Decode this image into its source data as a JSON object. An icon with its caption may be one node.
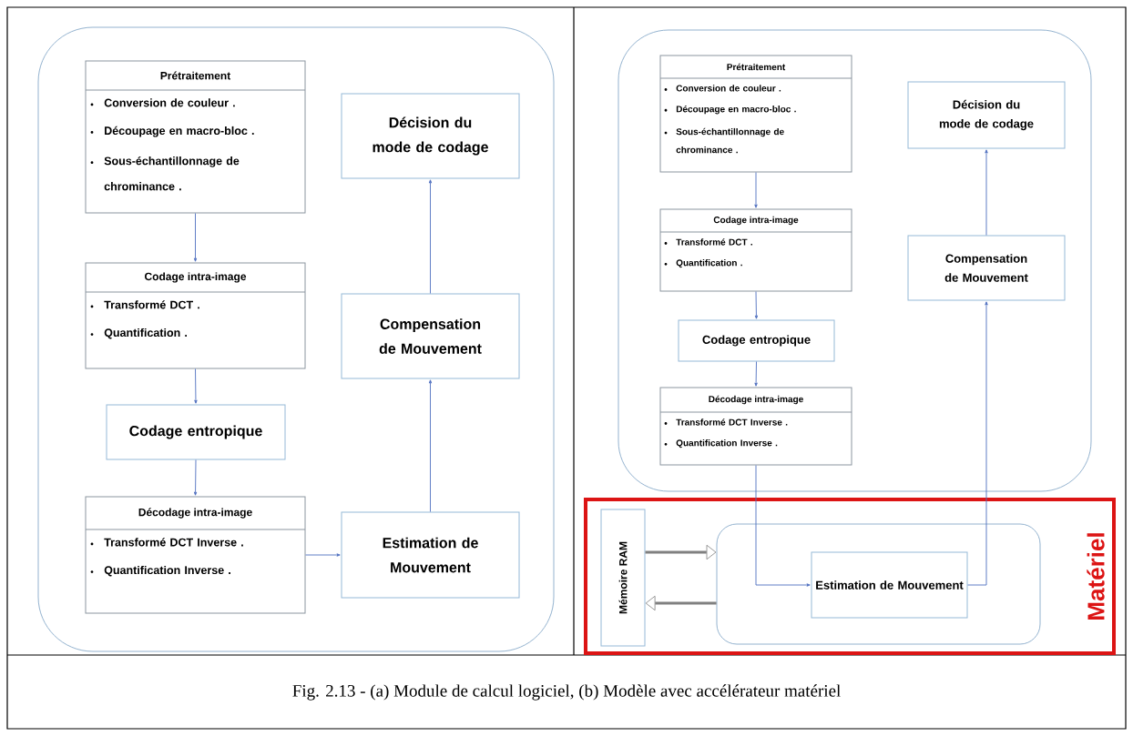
{
  "diagram": {
    "caption": "Fig. 2.13 - (a) Module de calcul logiciel, (b) Modèle avec accélérateur matériel",
    "nodes": [
      {
        "text": [],
        "shape": "box"
      },
      {
        "text": [
          "Prétraitement",
          "Conversion de couleur .",
          "Découpage en macro-bloc .",
          "Sous-échantillonnage de chrominance ."
        ],
        "in": 0
      },
      {
        "text": [
          "Décision du mode de codage"
        ],
        "in": 0
      },
      {
        "text": [
          "Codage intra-image",
          "Transformé DCT .",
          "Quantification ."
        ],
        "in": 0
      },
      {
        "text": [
          "Compensation de Mouvement"
        ],
        "in": 0
      },
      {
        "text": [
          "Codage entropique"
        ],
        "in": 0
      },
      {
        "text": [
          "Décodage intra-image",
          "Transformé DCT Inverse .",
          "Quantification Inverse ."
        ],
        "in": 0
      },
      {
        "text": [
          "Estimation de Mouvement"
        ],
        "in": 0
      },
      {
        "text": [],
        "shape": "box"
      },
      {
        "text": [
          "Prétraitement",
          "Conversion de couleur .",
          "Découpage en macro-bloc .",
          "Sous-échantillonnage de chrominance ."
        ],
        "in": 8
      },
      {
        "text": [
          "Décision du mode de codage"
        ],
        "in": 8
      },
      {
        "text": [
          "Codage intra-image",
          "Transformé DCT .",
          "Quantification ."
        ],
        "in": 8
      },
      {
        "text": [
          "Compensation de Mouvement"
        ],
        "in": 8
      },
      {
        "text": [
          "Codage entropique"
        ],
        "in": 8
      },
      {
        "text": [
          "Décodage intra-image",
          "Transformé DCT Inverse .",
          "Quantification Inverse ."
        ],
        "in": 8
      },
      {
        "text": [
          "Matériel"
        ]
      },
      {
        "text": [
          "Mémoire RAM"
        ],
        "in": 15
      },
      {
        "text": [],
        "shape": "box",
        "in": 15
      },
      {
        "text": [
          "Estimation de Mouvement"
        ],
        "in": 17
      }
    ],
    "edges": [
      {
        "from": 1,
        "to": 3,
        "arrow": "to"
      },
      {
        "from": 3,
        "to": 5,
        "arrow": "to"
      },
      {
        "from": 5,
        "to": 6,
        "arrow": "to"
      },
      {
        "from": 6,
        "to": 7,
        "arrow": "to"
      },
      {
        "from": 7,
        "to": 4,
        "arrow": "to"
      },
      {
        "from": 4,
        "to": 2,
        "arrow": "to"
      },
      {
        "from": 9,
        "to": 11,
        "arrow": "to"
      },
      {
        "from": 11,
        "to": 13,
        "arrow": "to"
      },
      {
        "from": 13,
        "to": 14,
        "arrow": "to"
      },
      {
        "from": 14,
        "to": 18,
        "arrow": "to"
      },
      {
        "from": 18,
        "to": 12,
        "arrow": "to"
      },
      {
        "from": 12,
        "to": 10,
        "arrow": "to"
      },
      {
        "from": 16,
        "to": 17,
        "arrow": "to",
        "style": "thick",
        "color": "#808080"
      },
      {
        "from": 17,
        "to": 16,
        "arrow": "to",
        "style": "thick",
        "color": "#808080"
      }
    ]
  }
}
